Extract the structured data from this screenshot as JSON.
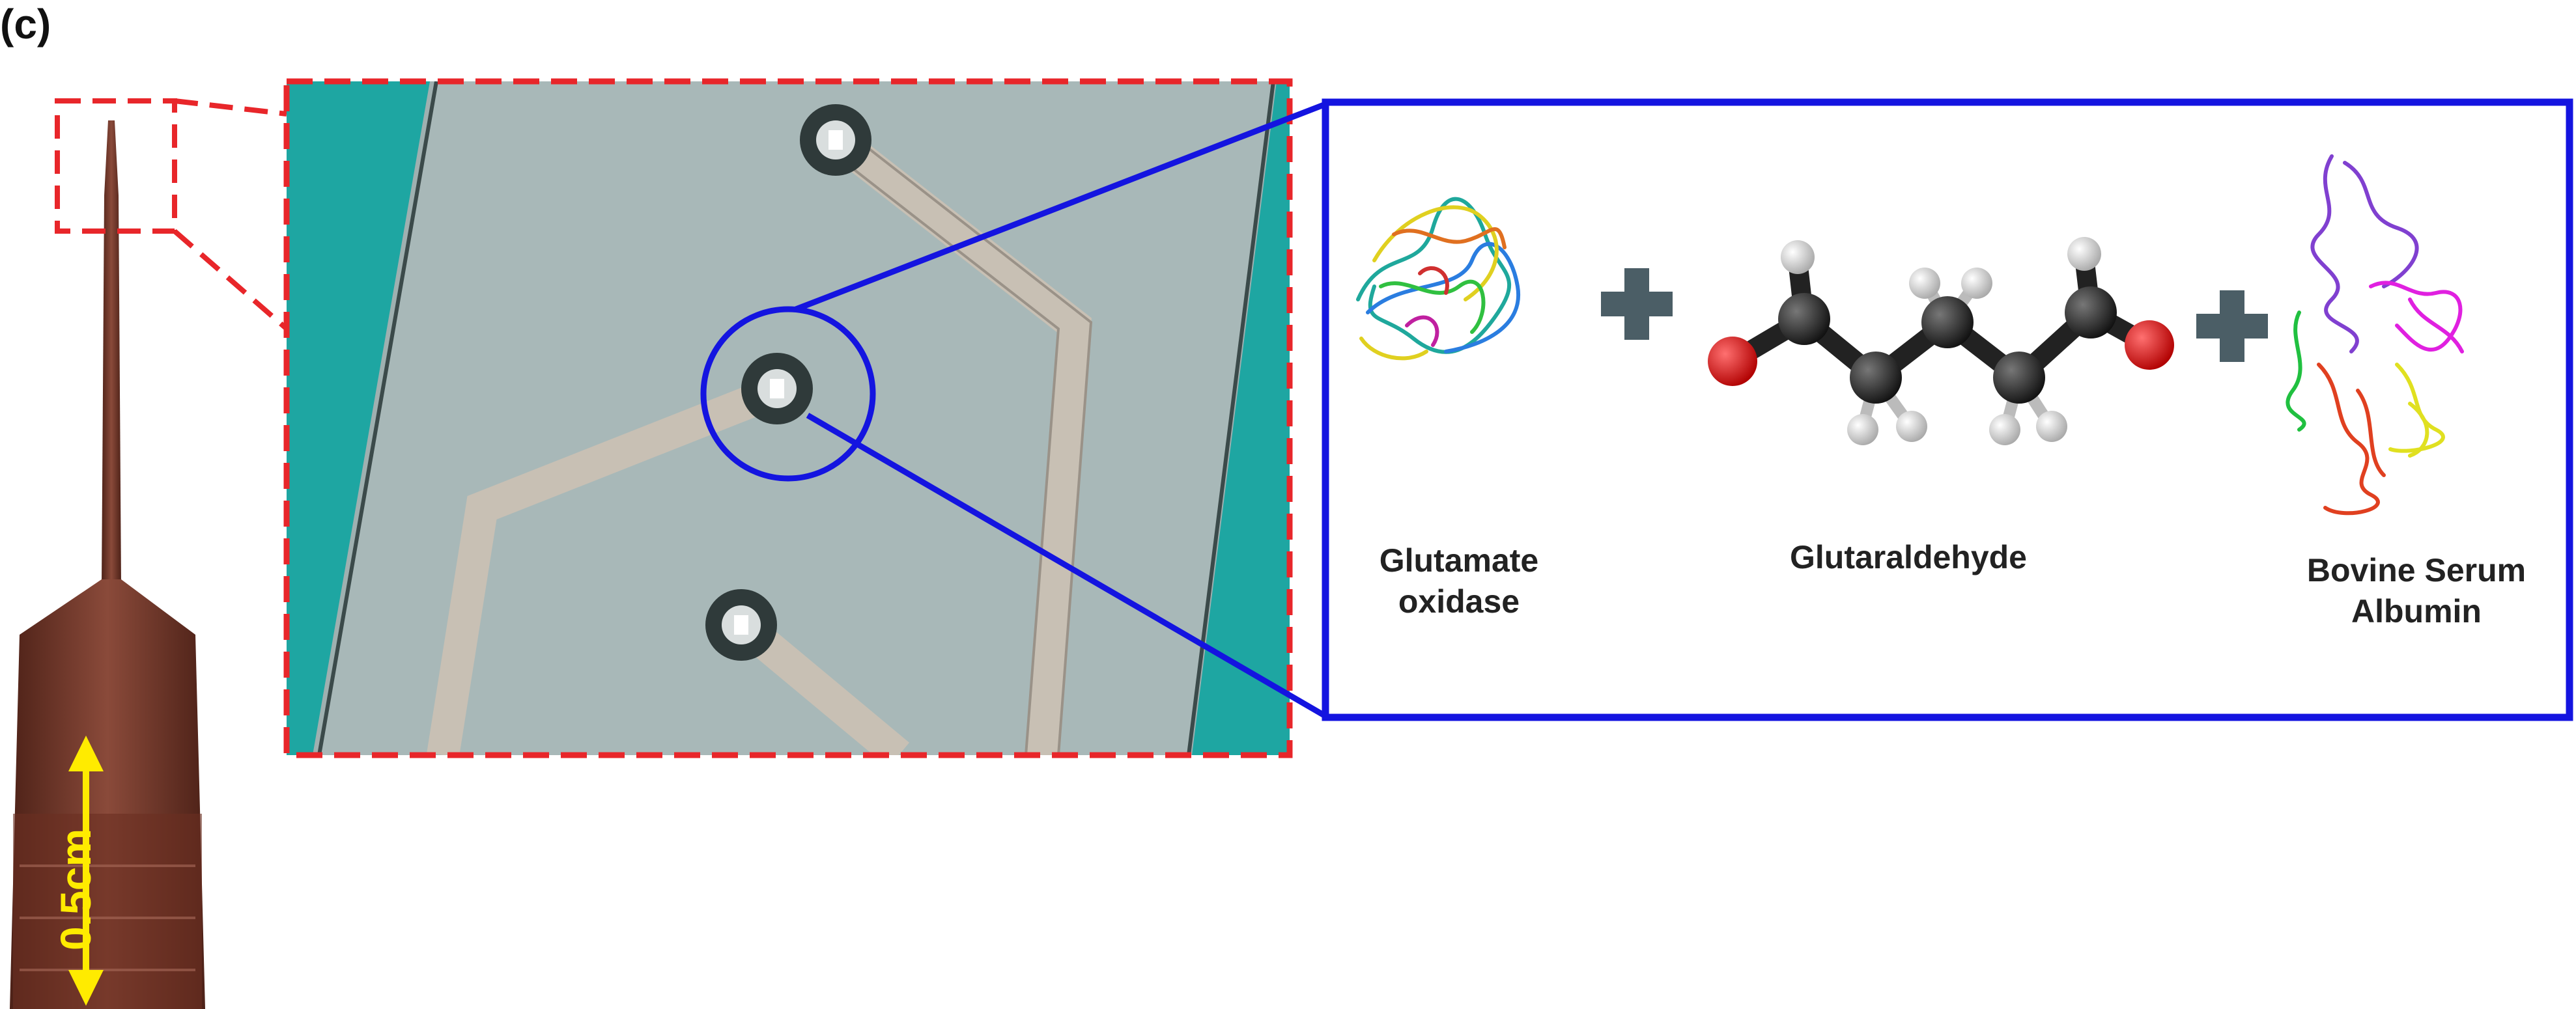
{
  "panel_label": "(c)",
  "scale_bar": {
    "label": "0.5cm"
  },
  "components": [
    {
      "name": "Glutamate oxidase",
      "line1": "Glutamate",
      "line2": "oxidase"
    },
    {
      "name": "Glutaraldehyde",
      "line1": "Glutaraldehyde",
      "line2": ""
    },
    {
      "name": "Bovine Serum Albumin",
      "line1": "Bovine Serum",
      "line2": "Albumin"
    }
  ],
  "colors": {
    "zoom_box_outline": "#e8262a",
    "detail_box_outline": "#1414e0",
    "scale_arrow": "#ffeb00",
    "probe_copper": "#7a3a2c",
    "microscope_background": "#9fb0b0",
    "microscope_teal": "#1ea6a2",
    "plus_sign": "#4b5e66",
    "oxygen_atom": "#e01010",
    "carbon_atom": "#333333",
    "hydrogen_atom": "#e4e4e4"
  },
  "icons": [
    "plus-icon",
    "plus-icon"
  ]
}
